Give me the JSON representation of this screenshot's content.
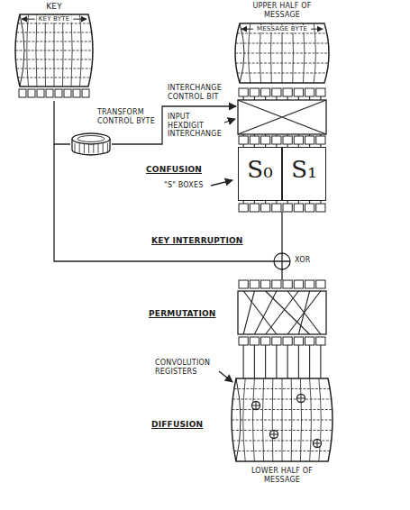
{
  "diagram": {
    "nodes": [
      {
        "text": [
          "KEY",
          "KEY BYTE"
        ]
      },
      {
        "text": [
          "UPPER HALF OF MESSAGE",
          "MESSAGE BYTE"
        ]
      },
      {
        "text": [
          "TRANSFORM CONTROL BYTE"
        ]
      },
      {
        "text": [
          "S₀"
        ]
      },
      {
        "text": [
          "S₁"
        ]
      },
      {
        "text": [
          "LOWER HALF OF MESSAGE"
        ]
      }
    ],
    "edges": [
      {
        "from": 0,
        "to": 2,
        "arrow": "none"
      }
    ],
    "labels": [
      "INTERCHANGE CONTROL BIT",
      "INPUT HEXDIGIT INTERCHANGE",
      "CONFUSION",
      "\"S\" BOXES",
      "KEY INTERRUPTION",
      "XOR",
      "PERMUTATION",
      "CONVOLUTION REGISTERS",
      "DIFFUSION"
    ]
  }
}
